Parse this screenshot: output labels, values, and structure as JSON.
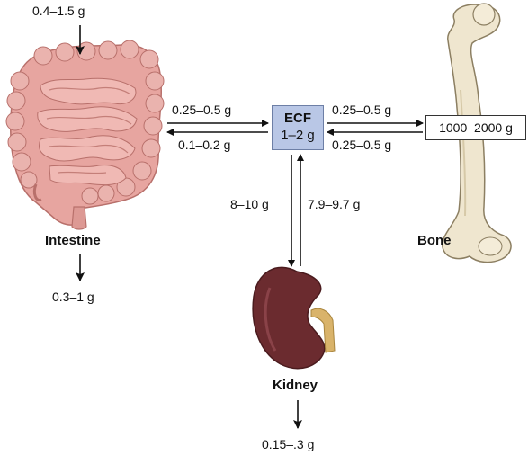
{
  "ecf": {
    "title": "ECF",
    "amount": "1–2 g"
  },
  "intestine": {
    "label": "Intestine",
    "intake": "0.4–1.5 g",
    "loss": "0.3–1 g"
  },
  "bone": {
    "label": "Bone",
    "pool": "1000–2000 g"
  },
  "kidney": {
    "label": "Kidney",
    "excretion": "0.15–.3 g"
  },
  "flows": {
    "intestine_to_ecf": "0.25–0.5 g",
    "ecf_to_intestine": "0.1–0.2 g",
    "ecf_to_bone": "0.25–0.5 g",
    "bone_to_ecf": "0.25–0.5 g",
    "ecf_to_kidney": "8–10 g",
    "kidney_to_ecf": "7.9–9.7 g"
  },
  "colors": {
    "intestine": "#e7a5a0",
    "ecf_box": "#b9c7e6",
    "bone": "#efe6cf",
    "kidney": "#6b2b2f",
    "ureter": "#d9b36a"
  }
}
